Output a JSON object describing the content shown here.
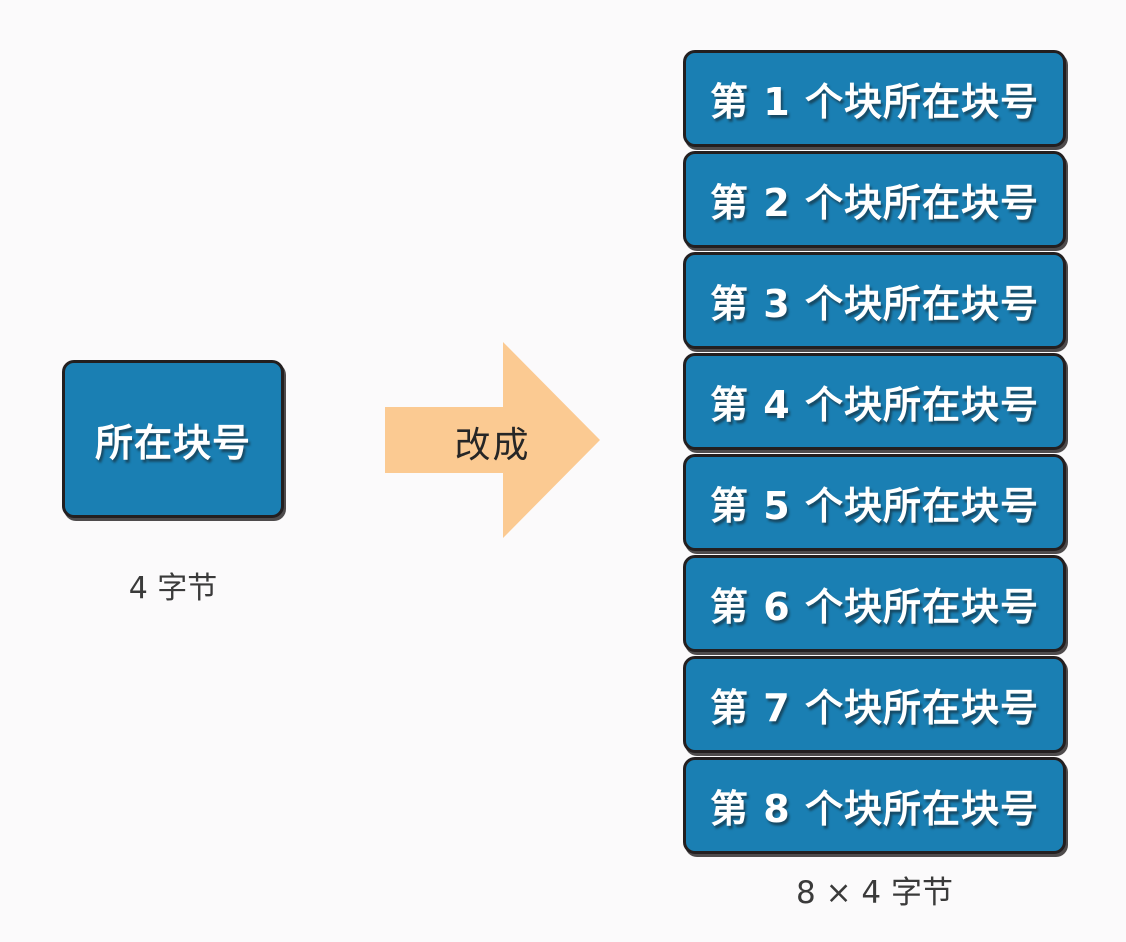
{
  "colors": {
    "page_bg": "#fbfafb",
    "box_fill": "#1a7fb3",
    "box_border": "#231f20",
    "box_text": "#ffffff",
    "arrow_fill": "#fbca92",
    "arrow_text": "#262626",
    "caption_text": "#3a3a3a"
  },
  "left": {
    "box_label": "所在块号",
    "caption": "4 字节"
  },
  "arrow": {
    "label": "改成"
  },
  "right": {
    "boxes": [
      {
        "label": "第 1 个块所在块号"
      },
      {
        "label": "第 2 个块所在块号"
      },
      {
        "label": "第 3 个块所在块号"
      },
      {
        "label": "第 4 个块所在块号"
      },
      {
        "label": "第 5 个块所在块号"
      },
      {
        "label": "第 6 个块所在块号"
      },
      {
        "label": "第 7 个块所在块号"
      },
      {
        "label": "第 8 个块所在块号"
      }
    ],
    "caption": "8 × 4 字节"
  }
}
